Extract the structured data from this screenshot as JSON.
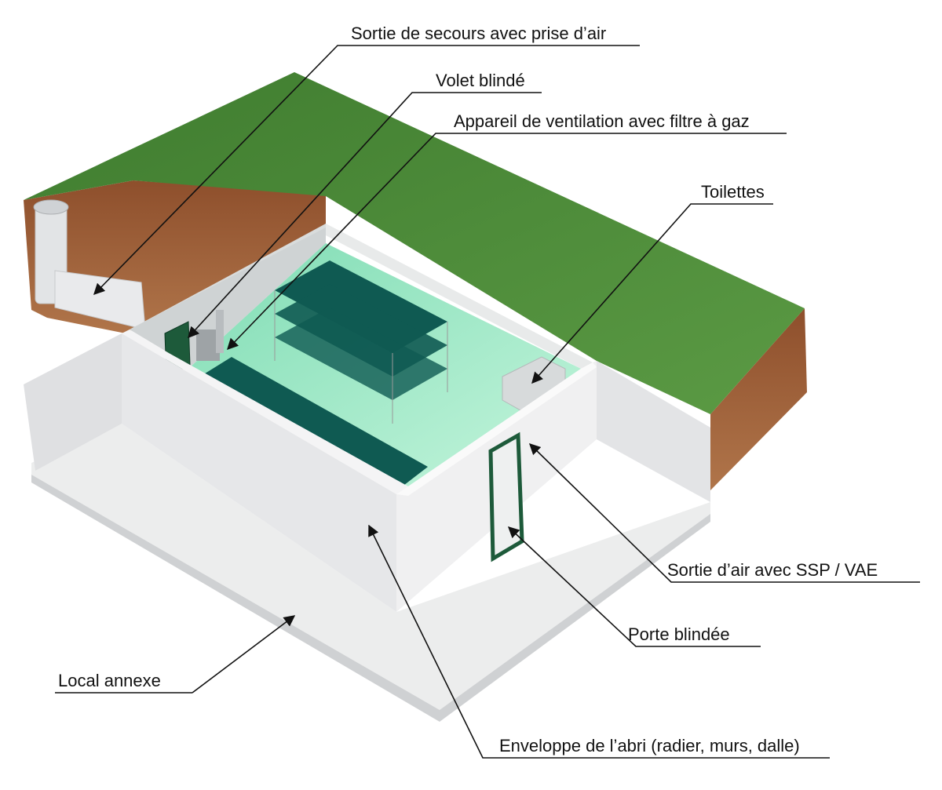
{
  "labels": {
    "emergency_exit": "Sortie de secours avec prise d’air",
    "armored_shutter": "Volet blindé",
    "ventilation": "Appareil de ventilation avec filtre à gaz",
    "toilets": "Toilettes",
    "air_outlet": "Sortie d’air avec SSP / VAE",
    "armored_door": "Porte blindée",
    "annex_room": "Local annexe",
    "shelter_envelope": "Enveloppe de l’abri (radier, murs, dalle)"
  },
  "colors": {
    "grass": "#4c8a3a",
    "soil": "#9a5a34",
    "concrete": "#e6e7e9",
    "floor": "#aef0cf",
    "bunk": "#0f5a52",
    "door_frame": "#1d5a3a"
  }
}
